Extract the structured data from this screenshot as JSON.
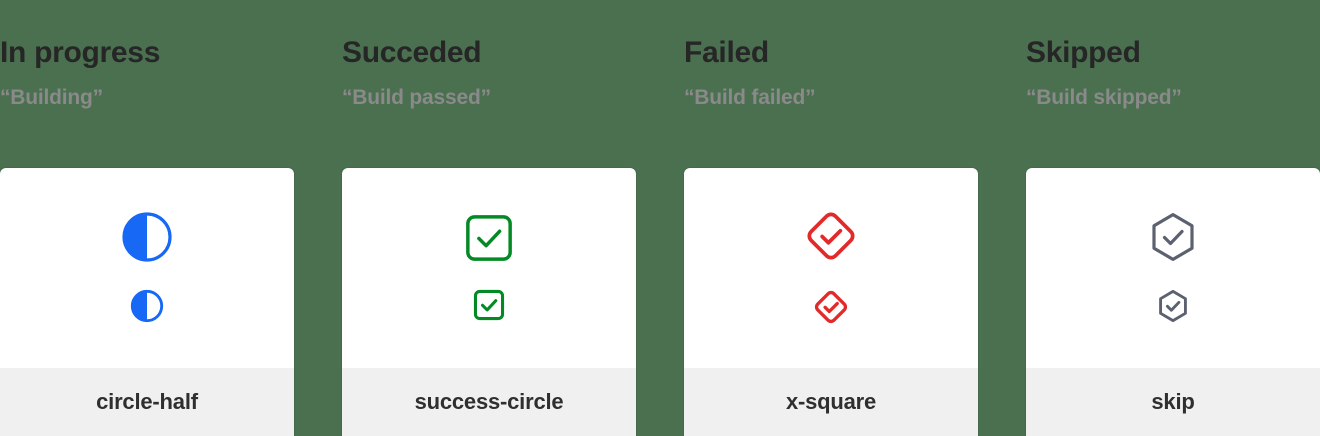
{
  "page": {
    "background_color": "#4a7050",
    "card_background": "#ffffff",
    "card_footer_background": "#f0f0f0"
  },
  "columns": [
    {
      "title": "In progress",
      "subtitle": "“Building”",
      "icon_name": "circle-half-icon",
      "icon_label": "circle-half",
      "color": "#1668f5"
    },
    {
      "title": "Succeded",
      "subtitle": "“Build passed”",
      "icon_name": "success-circle-icon",
      "icon_label": "success-circle",
      "color": "#048a24"
    },
    {
      "title": "Failed",
      "subtitle": "“Build failed”",
      "icon_name": "x-square-icon",
      "icon_label": "x-square",
      "color": "#e32a2a"
    },
    {
      "title": "Skipped",
      "subtitle": "“Build skipped”",
      "icon_name": "skip-icon",
      "icon_label": "skip",
      "color": "#5c6170"
    }
  ]
}
